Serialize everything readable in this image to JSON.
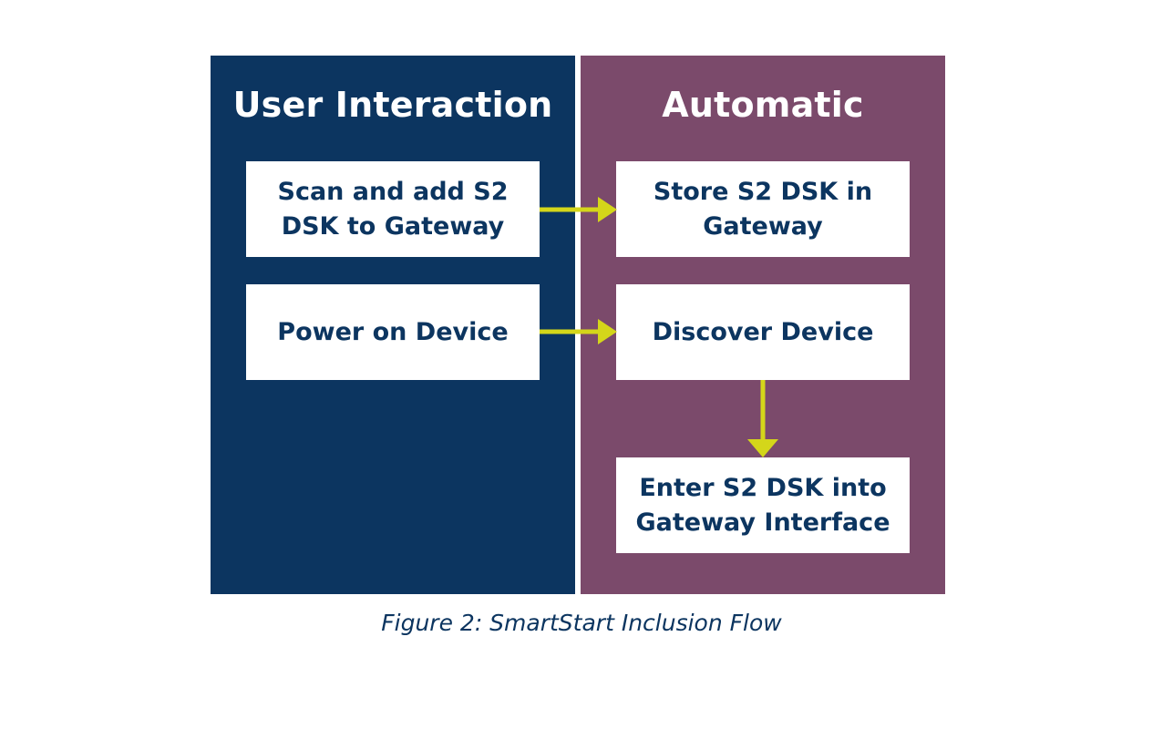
{
  "colors": {
    "left_panel": "#0c3560",
    "right_panel": "#7b4a6b",
    "arrow": "#d4d61a",
    "box_text": "#0c3560",
    "caption": "#0c3560"
  },
  "lanes": {
    "user": {
      "title": "User Interaction"
    },
    "auto": {
      "title": "Automatic"
    }
  },
  "steps": {
    "scan": "Scan and add S2 DSK to Gateway",
    "power": "Power on Device",
    "store": "Store S2 DSK in Gateway",
    "discover": "Discover Device",
    "enter": "Enter S2 DSK into Gateway Interface"
  },
  "caption": "Figure 2: SmartStart Inclusion Flow"
}
